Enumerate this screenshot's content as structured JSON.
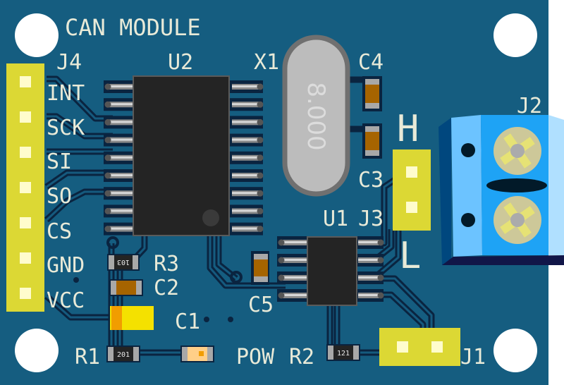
{
  "board": {
    "title": "CAN MODULE",
    "colors": {
      "pcb": "#155d80",
      "trace": "#0a2440",
      "silkscreen": "#e8ead8",
      "header": "#dcd834",
      "header_pad": "#fffccc",
      "chip": "#242424",
      "terminal_block": "#1ea3f5",
      "capacitor": "#a66400",
      "crystal": "#bcbcbc"
    }
  },
  "connectors": {
    "j4": {
      "ref": "J4",
      "pins": [
        "INT",
        "SCK",
        "SI",
        "SO",
        "CS",
        "GND",
        "VCC"
      ]
    },
    "j3": {
      "ref": "J3",
      "top_label": "H",
      "bottom_label": "L"
    },
    "j2": {
      "ref": "J2"
    },
    "j1": {
      "ref": "J1"
    }
  },
  "components": {
    "u2": {
      "ref": "U2"
    },
    "u1": {
      "ref": "U1"
    },
    "x1": {
      "ref": "X1",
      "marking": "8.000"
    },
    "c1": {
      "ref": "C1"
    },
    "c2": {
      "ref": "C2"
    },
    "c3": {
      "ref": "C3"
    },
    "c4": {
      "ref": "C4"
    },
    "c5": {
      "ref": "C5"
    },
    "r1": {
      "ref": "R1",
      "marking": "201"
    },
    "r2": {
      "ref": "R2",
      "marking": "121"
    },
    "r3": {
      "ref": "R3",
      "marking": "103"
    },
    "led": {
      "ref": "POW"
    }
  }
}
